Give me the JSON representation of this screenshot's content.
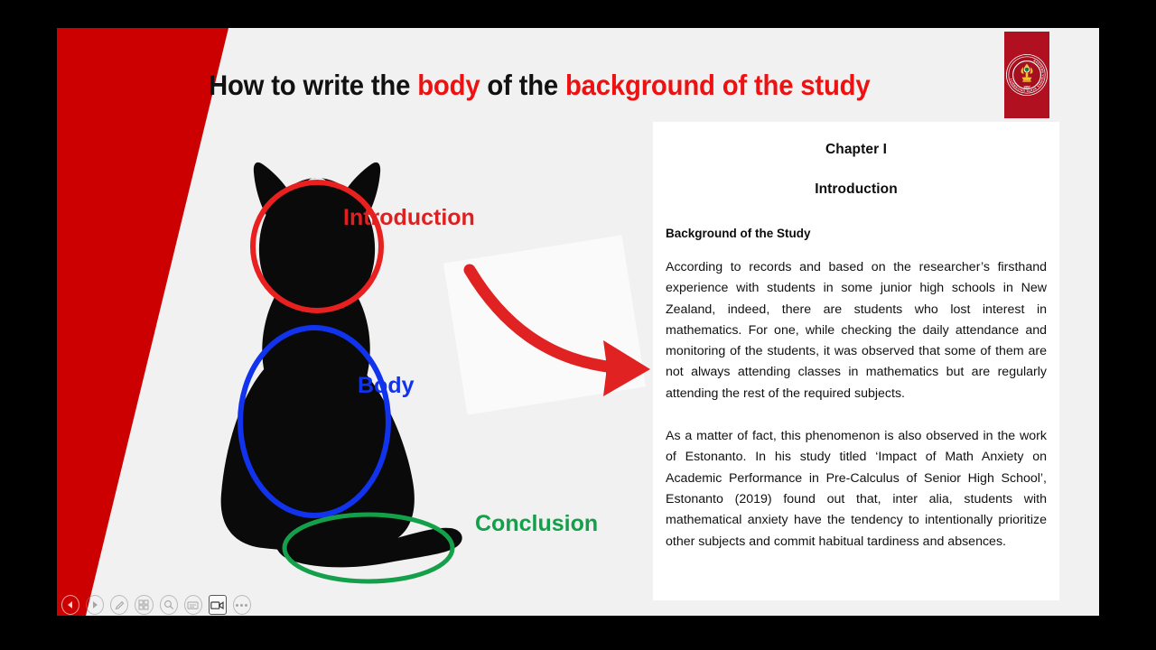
{
  "slide": {
    "title_parts": [
      {
        "text": "How to write the ",
        "color": "#111111"
      },
      {
        "text": "body",
        "color": "#ee1111"
      },
      {
        "text": " of the ",
        "color": "#111111"
      },
      {
        "text": "background of the study",
        "color": "#ee1111"
      }
    ],
    "title_plain": "How to write the body of the background of the study",
    "background_color": "#f1f1f1",
    "accent_band_color": "#cc0000"
  },
  "logo": {
    "name": "eastern-visayas-state-university-seal",
    "outer_text": "EASTERN VISAYAS STATE UNIVERSITY",
    "year": "1907",
    "color": "#b01020"
  },
  "diagram": {
    "subject": "cat-silhouette-rear-view",
    "annotations": [
      {
        "label": "Introduction",
        "color": "#e02020",
        "shape": "circle",
        "target": "head"
      },
      {
        "label": "Body",
        "color": "#1133ee",
        "shape": "ellipse",
        "target": "torso"
      },
      {
        "label": "Conclusion",
        "color": "#14a04a",
        "shape": "ellipse",
        "target": "tail"
      }
    ],
    "arrow": {
      "name": "curved-red-arrow",
      "color": "#e02222",
      "direction": "left-to-right"
    }
  },
  "document": {
    "chapter_heading": "Chapter I",
    "section_heading": "Introduction",
    "subsection_heading": "Background of the Study",
    "paragraphs": [
      "According to records and based on the researcher’s firsthand experience with students in some junior high schools in New Zealand, indeed, there are students who lost interest in mathematics. For one, while checking the daily attendance and monitoring of the students, it was observed that some of them are not always attending classes in mathematics but are regularly attending the rest of the required subjects.",
      "As a matter of fact, this phenomenon is also observed in the work of Estonanto. In his study titled ‘Impact of Math Anxiety on Academic Performance in Pre-Calculus of Senior High School’, Estonanto (2019) found out that, inter alia, students with mathematical anxiety have the tendency to intentionally prioritize other subjects and commit habitual tardiness and absences."
    ]
  },
  "controls": {
    "items": [
      {
        "name": "previous-slide-button",
        "icon": "triangle-left-icon",
        "active": true
      },
      {
        "name": "next-slide-button",
        "icon": "triangle-right-icon",
        "active": false
      },
      {
        "name": "pen-tool-button",
        "icon": "pen-icon",
        "active": false
      },
      {
        "name": "all-slides-button",
        "icon": "grid-icon",
        "active": false
      },
      {
        "name": "zoom-button",
        "icon": "magnifier-icon",
        "active": false
      },
      {
        "name": "subtitles-button",
        "icon": "caption-icon",
        "active": false
      },
      {
        "name": "camera-button",
        "icon": "camera-icon",
        "active": true
      },
      {
        "name": "more-options-button",
        "icon": "ellipsis-icon",
        "active": false
      }
    ]
  }
}
